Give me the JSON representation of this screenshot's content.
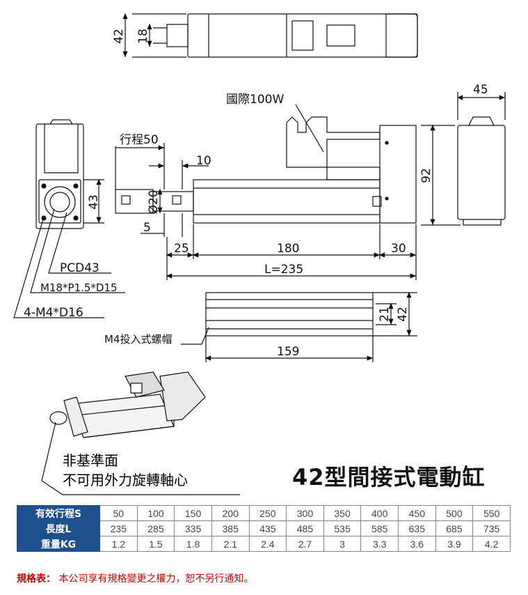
{
  "drawing": {
    "top_view": {
      "dim_height": "42",
      "dim_shaft": "18"
    },
    "front_view": {
      "dim_flange_pcd": "43",
      "label_stroke": "行程50",
      "dim_rod_offset": "10",
      "dim_rod_dia": "Ø20",
      "dim_rod_end": "5",
      "label_motor": "國際100W",
      "dim_seg_a": "25",
      "dim_seg_b": "180",
      "dim_seg_c": "30",
      "dim_total": "L=235"
    },
    "side_view": {
      "dim_width": "45",
      "dim_height": "92"
    },
    "end_view_labels": {
      "pcd": "PCD43",
      "thread": "M18*P1.5*D15",
      "bolts": "4-M4*D16"
    },
    "body_view": {
      "label_screw": "M4投入式螺帽",
      "dim_height_a": "21",
      "dim_height_b": "42",
      "dim_length": "159"
    },
    "iso_view": {
      "note_line1": "非基準面",
      "note_line2": "不可用外力旋轉軸心"
    }
  },
  "title": "42型間接式電動缸",
  "spec_table": {
    "rows": [
      {
        "header": "有效行程S",
        "values": [
          "50",
          "100",
          "150",
          "200",
          "250",
          "300",
          "350",
          "400",
          "450",
          "500",
          "550"
        ]
      },
      {
        "header": "長度L",
        "values": [
          "235",
          "285",
          "335",
          "385",
          "435",
          "485",
          "535",
          "585",
          "635",
          "685",
          "735"
        ]
      },
      {
        "header": "重量KG",
        "values": [
          "1.2",
          "1.5",
          "1.8",
          "2.1",
          "2.4",
          "2.7",
          "3",
          "3.3",
          "3.6",
          "3.9",
          "4.2"
        ]
      }
    ]
  },
  "note": {
    "label": "規格表：",
    "text": "本公司享有規格變更之權力，恕不另行通知。"
  },
  "colors": {
    "table_header": "#1d4f8c",
    "note_red": "#cc0000",
    "line": "#111111"
  }
}
